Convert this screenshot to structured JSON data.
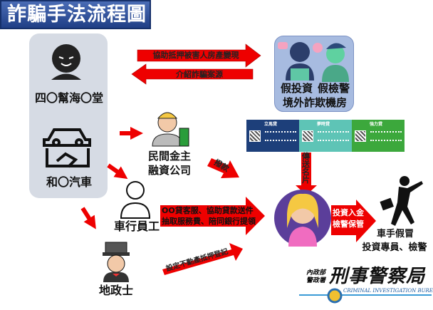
{
  "title": "詐騙手法流程圖",
  "nodes": {
    "gang": "四〇幫海〇堂",
    "car_dealer": "和〇汽車",
    "scam_room": {
      "left": "假投資",
      "right": "假檢警",
      "name": "境外詐欺機房"
    },
    "financier": {
      "line1": "民間金主",
      "line2": "融資公司"
    },
    "employee": "車行員工",
    "land_agent": "地政士",
    "mule": {
      "line1": "車手假冒",
      "line2": "投資專員、檢警"
    }
  },
  "cards": [
    {
      "name": "立馬貸",
      "color": "#1d3f7a"
    },
    {
      "name": "夢時貸",
      "color": "#5ec4b6"
    },
    {
      "name": "強力貸",
      "color": "#3ca83c"
    }
  ],
  "arrows": {
    "to_room": "協助抵押被害人房產變現",
    "from_room": "介紹詐騙案源",
    "disburse": "撥款",
    "send_card": "傳送名片",
    "employee_line1": "OO貸客服、協助貸款送件",
    "employee_line2": "抽取服務費、陪同銀行提領",
    "mortgage": "設定不動產抵押登記",
    "victim_line1": "投資入金",
    "victim_line2": "檢警保管"
  },
  "logo": {
    "dept": "內政部警政署",
    "name": "刑事警察局",
    "english": "CRIMINAL INVESTIGATION BUREAU"
  },
  "colors": {
    "arrow": "#ee0000",
    "panel": "#d6dbe4",
    "room": "#a7bbe0",
    "victim": "#5b3e9a"
  }
}
